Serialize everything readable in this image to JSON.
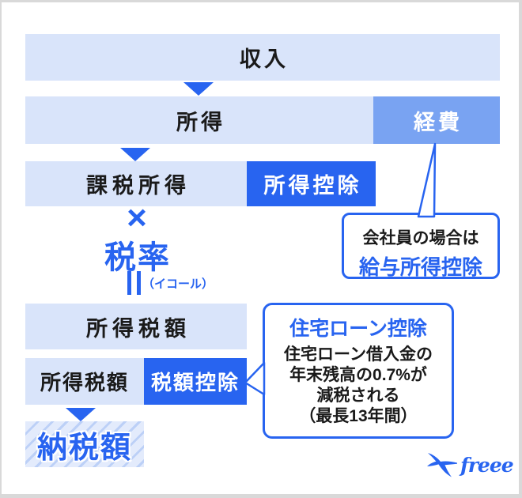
{
  "colors": {
    "brand_blue": "#2864f0",
    "light_blue_bar": "#d9e4fa",
    "medium_blue_box": "#79a3f2",
    "stripe_background": "#e3ebfc",
    "stripe_line": "#bcd0f7",
    "frame_gray": "#d9d9d9"
  },
  "flow": {
    "income_label": "収入",
    "shotoku_label": "所得",
    "keihi_label": "経費",
    "kazei_shotoku_label": "課税所得",
    "shotoku_kojo_label": "所得控除",
    "multiply_symbol": "×",
    "zeiritsu_label": "税率",
    "equal_note": "（イコール）",
    "shotoku_zeigaku_label_1": "所得税額",
    "shotoku_zeigaku_label_2": "所得税額",
    "zeigaku_kojo_label": "税額控除",
    "nozeigaku_label": "納税額"
  },
  "bubbles": {
    "keihi_note": {
      "line1": "会社員の場合は",
      "line2": "給与所得控除"
    },
    "loan_note": {
      "title": "住宅ローン控除",
      "line1": "住宅ローン借入金の",
      "line2": "年末残高の0.7%が",
      "line3": "減税される",
      "line4": "（最長13年間）"
    }
  },
  "logo": {
    "brand_text": "freee"
  }
}
